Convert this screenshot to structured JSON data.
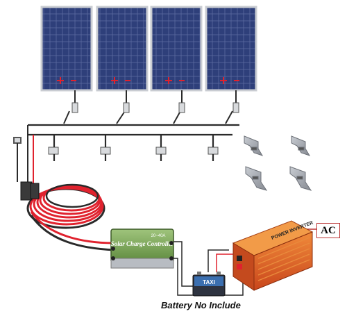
{
  "product": {
    "panel_count": 4,
    "mount_bracket_count": 4
  },
  "labels": {
    "ac": "AC",
    "caption": "Battery No Include",
    "charge_controller": "Solar Charge Controller",
    "charge_controller_model": "20~40A",
    "inverter": "POWER INVERTER",
    "battery_brand": "TAXI"
  },
  "colors": {
    "panel_cell": "#2e3f7a",
    "panel_frame": "#c9ccd2",
    "cable_red": "#e0222e",
    "cable_black": "#2a2a2a",
    "inverter_orange": "#e2622a",
    "controller_green": "#7da55a",
    "bracket_silver": "#9ea2a8",
    "ac_border": "#b33333"
  }
}
